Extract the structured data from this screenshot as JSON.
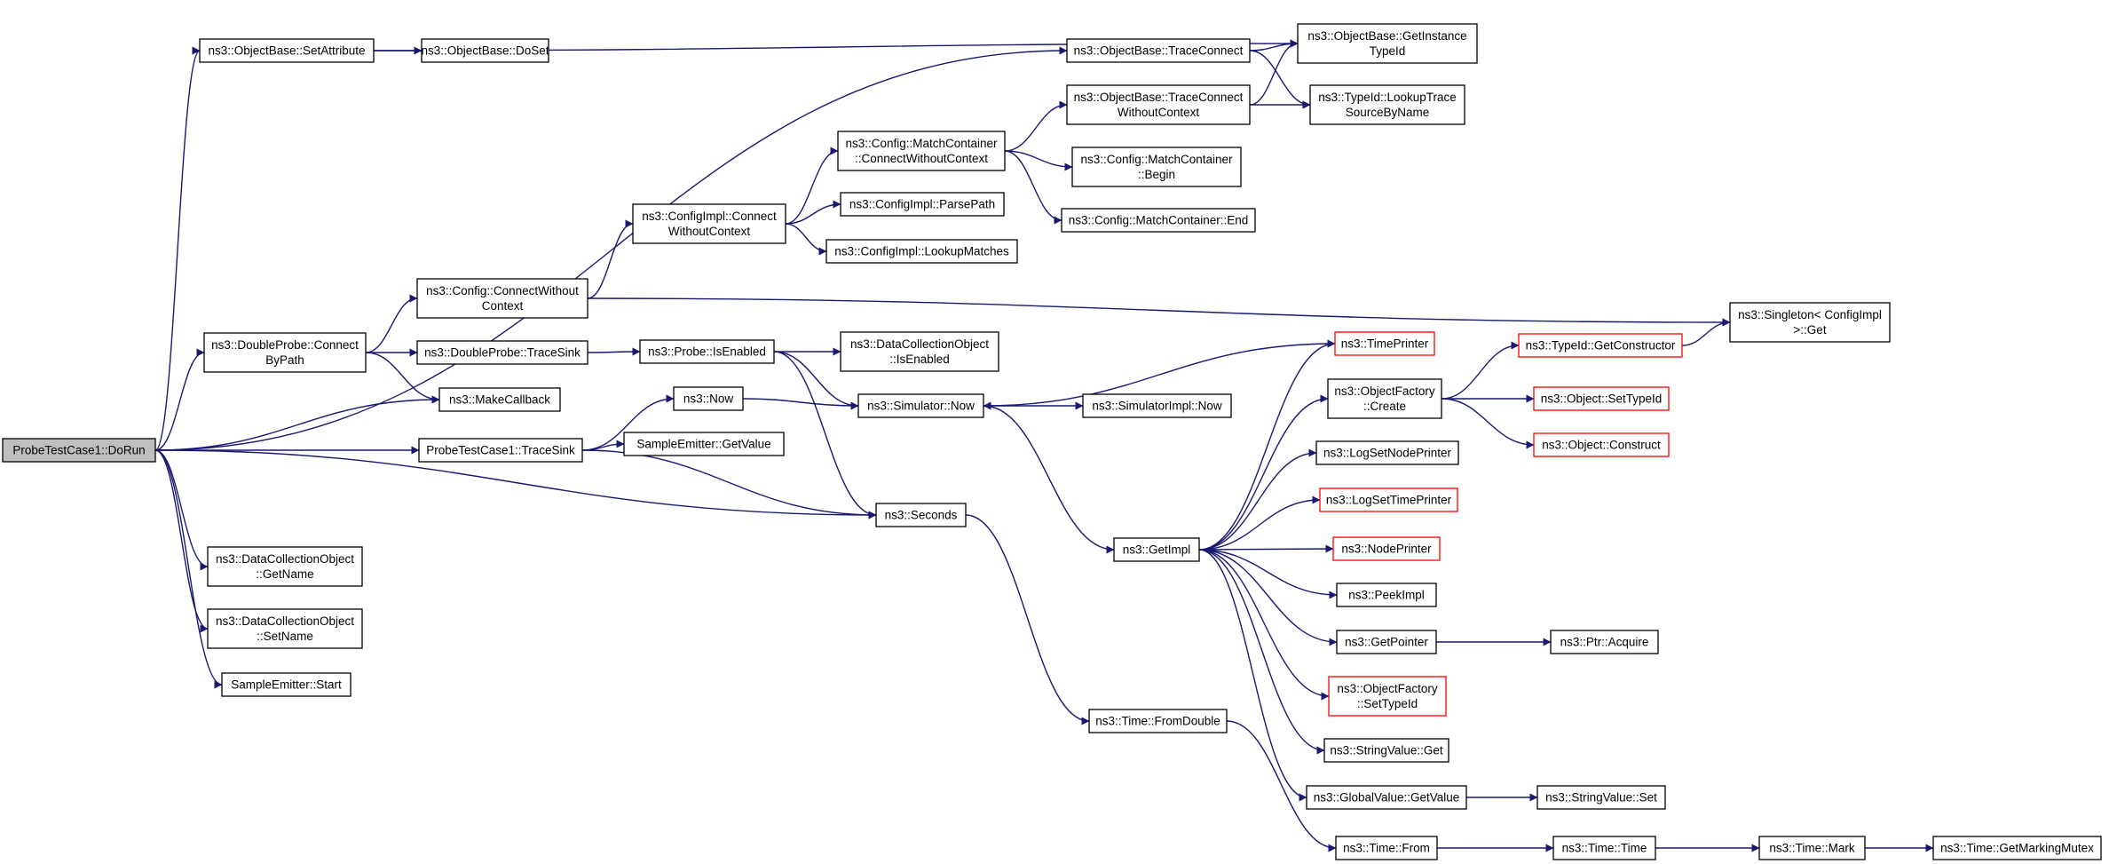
{
  "colors": {
    "edge": "#191970",
    "node_border": "#000000",
    "node_border_truncated": "#ff0000",
    "root_fill": "#bfbfbf",
    "node_fill": "#ffffff"
  },
  "nodes": [
    {
      "id": "n1",
      "lines": [
        "ProbeTestCase1::DoRun"
      ],
      "style": "root"
    },
    {
      "id": "n2",
      "lines": [
        "ns3::ObjectBase::SetAttribute"
      ]
    },
    {
      "id": "n3",
      "lines": [
        "ns3::ObjectBase::DoSet"
      ]
    },
    {
      "id": "n4",
      "lines": [
        "ns3::ObjectBase::GetInstance",
        "TypeId"
      ]
    },
    {
      "id": "n5",
      "lines": [
        "ns3::ObjectBase::TraceConnect"
      ]
    },
    {
      "id": "n6",
      "lines": [
        "ns3::TypeId::LookupTrace",
        "SourceByName"
      ]
    },
    {
      "id": "n7",
      "lines": [
        "ns3::ObjectBase::TraceConnect",
        "WithoutContext"
      ]
    },
    {
      "id": "n8",
      "lines": [
        "ns3::Config::MatchContainer",
        "::ConnectWithoutContext"
      ]
    },
    {
      "id": "n9",
      "lines": [
        "ns3::Config::MatchContainer",
        "::Begin"
      ]
    },
    {
      "id": "n10",
      "lines": [
        "ns3::Config::MatchContainer::End"
      ]
    },
    {
      "id": "n11",
      "lines": [
        "ns3::ConfigImpl::Connect",
        "WithoutContext"
      ]
    },
    {
      "id": "n12",
      "lines": [
        "ns3::ConfigImpl::ParsePath"
      ]
    },
    {
      "id": "n13",
      "lines": [
        "ns3::ConfigImpl::LookupMatches"
      ]
    },
    {
      "id": "n14",
      "lines": [
        "ns3::Config::ConnectWithout",
        "Context"
      ]
    },
    {
      "id": "n15",
      "lines": [
        "ns3::Singleton< ConfigImpl",
        " >::Get"
      ]
    },
    {
      "id": "n16",
      "lines": [
        "ns3::DoubleProbe::Connect",
        "ByPath"
      ]
    },
    {
      "id": "n17",
      "lines": [
        "ns3::DoubleProbe::TraceSink"
      ]
    },
    {
      "id": "n18",
      "lines": [
        "ns3::Probe::IsEnabled"
      ]
    },
    {
      "id": "n19",
      "lines": [
        "ns3::DataCollectionObject",
        "::IsEnabled"
      ]
    },
    {
      "id": "n20",
      "lines": [
        "ns3::MakeCallback"
      ]
    },
    {
      "id": "n21",
      "lines": [
        "ns3::Now"
      ]
    },
    {
      "id": "n22",
      "lines": [
        "ns3::Simulator::Now"
      ]
    },
    {
      "id": "n23",
      "lines": [
        "ns3::SimulatorImpl::Now"
      ]
    },
    {
      "id": "n24",
      "lines": [
        "ProbeTestCase1::TraceSink"
      ]
    },
    {
      "id": "n25",
      "lines": [
        "SampleEmitter::GetValue"
      ]
    },
    {
      "id": "n26",
      "lines": [
        "ns3::Seconds"
      ]
    },
    {
      "id": "n27",
      "lines": [
        "ns3::DataCollectionObject",
        "::GetName"
      ]
    },
    {
      "id": "n28",
      "lines": [
        "ns3::DataCollectionObject",
        "::SetName"
      ]
    },
    {
      "id": "n29",
      "lines": [
        "SampleEmitter::Start"
      ]
    },
    {
      "id": "n30",
      "lines": [
        "ns3::TimePrinter"
      ],
      "style": "truncated"
    },
    {
      "id": "n31",
      "lines": [
        "ns3::ObjectFactory",
        "::Create"
      ]
    },
    {
      "id": "n32",
      "lines": [
        "ns3::TypeId::GetConstructor"
      ],
      "style": "truncated"
    },
    {
      "id": "n33",
      "lines": [
        "ns3::Object::SetTypeId"
      ],
      "style": "truncated"
    },
    {
      "id": "n34",
      "lines": [
        "ns3::Object::Construct"
      ],
      "style": "truncated"
    },
    {
      "id": "n35",
      "lines": [
        "ns3::LogSetNodePrinter"
      ]
    },
    {
      "id": "n36",
      "lines": [
        "ns3::LogSetTimePrinter"
      ],
      "style": "truncated"
    },
    {
      "id": "n37",
      "lines": [
        "ns3::GetImpl"
      ]
    },
    {
      "id": "n38",
      "lines": [
        "ns3::NodePrinter"
      ],
      "style": "truncated"
    },
    {
      "id": "n39",
      "lines": [
        "ns3::PeekImpl"
      ]
    },
    {
      "id": "n40",
      "lines": [
        "ns3::GetPointer"
      ]
    },
    {
      "id": "n41",
      "lines": [
        "ns3::Ptr::Acquire"
      ]
    },
    {
      "id": "n42",
      "lines": [
        "ns3::ObjectFactory",
        "::SetTypeId"
      ],
      "style": "truncated"
    },
    {
      "id": "n43",
      "lines": [
        "ns3::StringValue::Get"
      ]
    },
    {
      "id": "n44",
      "lines": [
        "ns3::GlobalValue::GetValue"
      ]
    },
    {
      "id": "n45",
      "lines": [
        "ns3::StringValue::Set"
      ]
    },
    {
      "id": "n46",
      "lines": [
        "ns3::Time::FromDouble"
      ]
    },
    {
      "id": "n47",
      "lines": [
        "ns3::Time::From"
      ]
    },
    {
      "id": "n48",
      "lines": [
        "ns3::Time::Time"
      ]
    },
    {
      "id": "n49",
      "lines": [
        "ns3::Time::Mark"
      ]
    },
    {
      "id": "n50",
      "lines": [
        "ns3::Time::GetMarkingMutex"
      ]
    }
  ],
  "edges": [
    [
      "n1",
      "n2"
    ],
    [
      "n1",
      "n5"
    ],
    [
      "n1",
      "n16"
    ],
    [
      "n1",
      "n20"
    ],
    [
      "n1",
      "n24"
    ],
    [
      "n1",
      "n26"
    ],
    [
      "n1",
      "n27"
    ],
    [
      "n1",
      "n28"
    ],
    [
      "n1",
      "n29"
    ],
    [
      "n2",
      "n3"
    ],
    [
      "n2",
      "n4"
    ],
    [
      "n5",
      "n4"
    ],
    [
      "n5",
      "n6"
    ],
    [
      "n7",
      "n4"
    ],
    [
      "n7",
      "n6"
    ],
    [
      "n8",
      "n7"
    ],
    [
      "n8",
      "n9"
    ],
    [
      "n8",
      "n10"
    ],
    [
      "n11",
      "n8"
    ],
    [
      "n11",
      "n12"
    ],
    [
      "n11",
      "n13"
    ],
    [
      "n14",
      "n11"
    ],
    [
      "n14",
      "n15"
    ],
    [
      "n16",
      "n14"
    ],
    [
      "n16",
      "n17"
    ],
    [
      "n16",
      "n20"
    ],
    [
      "n17",
      "n18"
    ],
    [
      "n18",
      "n19"
    ],
    [
      "n18",
      "n22"
    ],
    [
      "n18",
      "n26"
    ],
    [
      "n21",
      "n22"
    ],
    [
      "n22",
      "n23"
    ],
    [
      "n22",
      "n37"
    ],
    [
      "n24",
      "n21"
    ],
    [
      "n24",
      "n25"
    ],
    [
      "n24",
      "n26"
    ],
    [
      "n26",
      "n46"
    ],
    [
      "n30",
      "n22"
    ],
    [
      "n31",
      "n32"
    ],
    [
      "n31",
      "n33"
    ],
    [
      "n31",
      "n34"
    ],
    [
      "n32",
      "n15"
    ],
    [
      "n37",
      "n30"
    ],
    [
      "n37",
      "n31"
    ],
    [
      "n37",
      "n35"
    ],
    [
      "n37",
      "n36"
    ],
    [
      "n37",
      "n38"
    ],
    [
      "n37",
      "n39"
    ],
    [
      "n37",
      "n40"
    ],
    [
      "n37",
      "n42"
    ],
    [
      "n37",
      "n43"
    ],
    [
      "n37",
      "n44"
    ],
    [
      "n40",
      "n41"
    ],
    [
      "n44",
      "n45"
    ],
    [
      "n46",
      "n47"
    ],
    [
      "n47",
      "n48"
    ],
    [
      "n48",
      "n49"
    ],
    [
      "n49",
      "n50"
    ]
  ]
}
